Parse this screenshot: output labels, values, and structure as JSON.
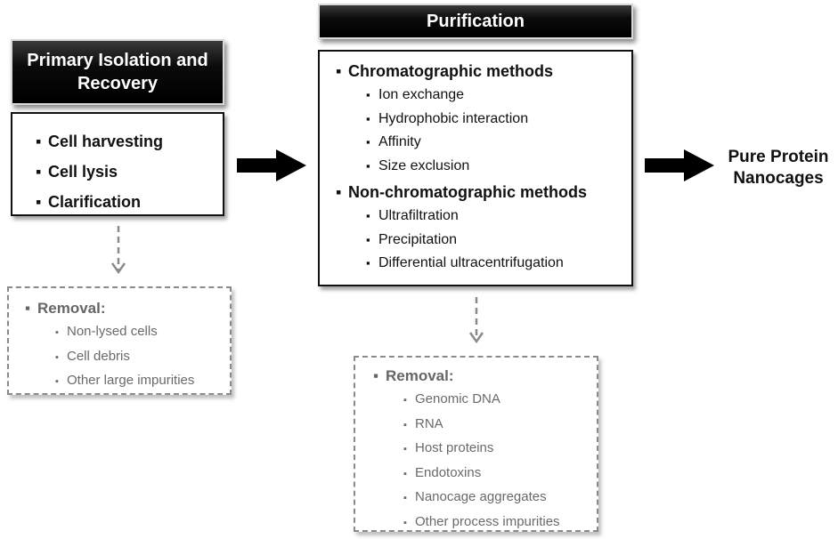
{
  "primary": {
    "header": "Primary Isolation and Recovery",
    "items": [
      "Cell harvesting",
      "Cell lysis",
      "Clarification"
    ]
  },
  "purification": {
    "header": "Purification",
    "groups": [
      {
        "title": "Chromatographic methods",
        "items": [
          "Ion exchange",
          "Hydrophobic interaction",
          "Affinity",
          "Size exclusion"
        ]
      },
      {
        "title": "Non-chromatographic methods",
        "items": [
          "Ultrafiltration",
          "Precipitation",
          "Differential ultracentrifugation"
        ]
      }
    ]
  },
  "removal_primary": {
    "title": "Removal:",
    "items": [
      "Non-lysed cells",
      "Cell debris",
      "Other large impurities"
    ]
  },
  "removal_purification": {
    "title": "Removal:",
    "items": [
      "Genomic DNA",
      "RNA",
      "Host proteins",
      "Endotoxins",
      "Nanocage aggregates",
      "Other process impurities"
    ]
  },
  "output": {
    "label": "Pure Protein Nanocages"
  },
  "colors": {
    "header_bg": "#000000",
    "dashed_border": "#8a8a8a",
    "removal_text": "#6a6a6a"
  }
}
